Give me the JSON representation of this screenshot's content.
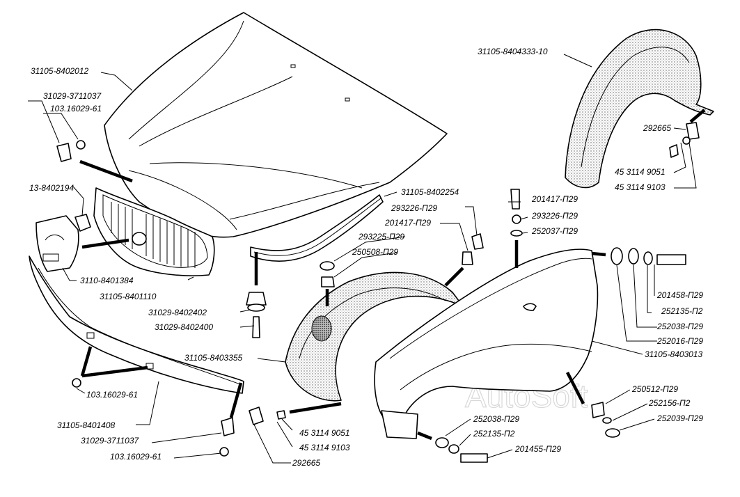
{
  "watermark": "AutoSoft",
  "labels": {
    "hood": "31105-8402012",
    "clip_left_a": "31029-3711037",
    "screw_left_a": "103.16029-61",
    "emblem": "13-8402194",
    "grille_panel": "3110-8401384",
    "grille": "31105-8401110",
    "hood_bumper": "31029-8402402",
    "hood_bumper_screw": "31029-8402400",
    "screw_left_b": "103.16029-61",
    "lower_panel": "31105-8401408",
    "clip_left_b": "31029-3711037",
    "screw_left_c": "103.16029-61",
    "wheel_arch_front": "31105-8403355",
    "bolt_a": "45 3114 9051",
    "washer_a": "45 3114 9103",
    "clip_a": "292665",
    "seal_strip": "31105-8402254",
    "clip_b": "293226-П29",
    "bolt_b": "201417-П29",
    "washer_b": "293225-П29",
    "nut_a": "250508-П29",
    "bolt_c": "201417-П29",
    "clip_c": "293226-П29",
    "washer_c": "252037-П29",
    "wheel_arch_rear": "31105-8404333-10",
    "clip_d": "292665",
    "bolt_d": "45 3114 9051",
    "washer_d": "45 3114 9103",
    "bolt_e": "201458-П29",
    "washer_e": "252135-П2",
    "washer_f": "252038-П29",
    "washer_g": "252016-П29",
    "fender": "31105-8403013",
    "nut_b": "250512-П29",
    "washer_h": "252156-П2",
    "washer_i": "252039-П29",
    "washer_j": "252038-П29",
    "washer_k": "252135-П2",
    "bolt_f": "201455-П29"
  }
}
